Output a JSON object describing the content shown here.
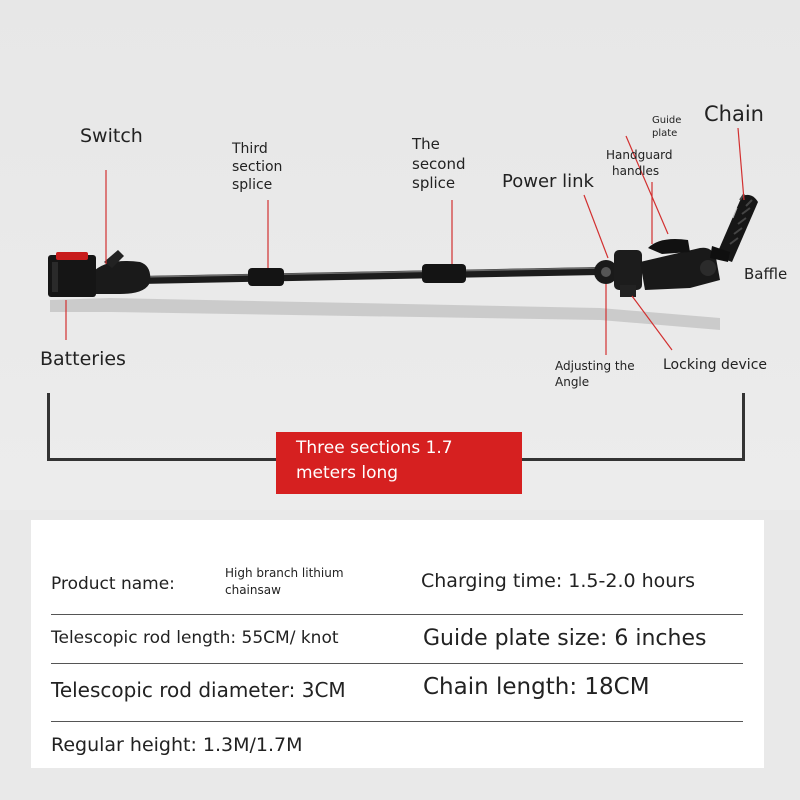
{
  "labels": {
    "switch": "Switch",
    "third_splice": [
      "Third",
      "section",
      "splice"
    ],
    "second_splice": [
      "The",
      "second",
      "splice"
    ],
    "power_link": "Power link",
    "guide_plate": [
      "Guide",
      "plate"
    ],
    "handguard": [
      "Handguard",
      "handles"
    ],
    "chain": "Chain",
    "baffle": "Baffle",
    "batteries": "Batteries",
    "adjusting_angle": [
      "Adjusting the",
      "Angle"
    ],
    "locking_device": "Locking device"
  },
  "length_callout": [
    "Three sections 1.7",
    "meters long"
  ],
  "specs": {
    "product_name_label": "Product name:",
    "product_name_value": [
      "High branch lithium",
      "chainsaw"
    ],
    "charging_time": "Charging time: 1.5-2.0 hours",
    "rod_length": "Telescopic rod length: 55CM/ knot",
    "guide_plate_size": "Guide plate size: 6 inches",
    "rod_diameter": "Telescopic rod diameter: 3CM",
    "chain_length": "Chain length: 18CM",
    "regular_height": "Regular height: 1.3M/1.7M"
  },
  "colors": {
    "accent_red": "#d62020",
    "leader_red": "#d23030",
    "product_black": "#1a1a1a"
  }
}
